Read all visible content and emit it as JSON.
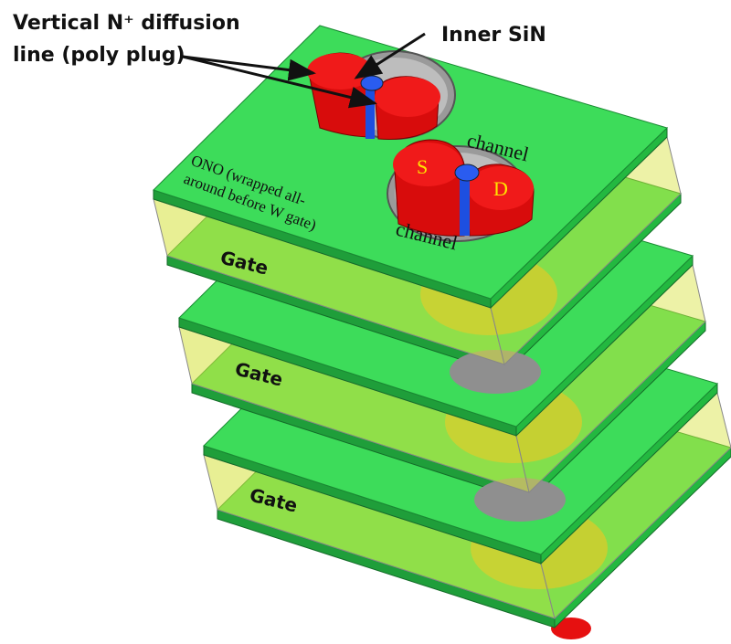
{
  "labels": {
    "diffusion_line_1": "Vertical N⁺ diffusion",
    "diffusion_line_2": "line (poly plug)",
    "inner_sin": "Inner SiN",
    "channel_top": "channel",
    "channel_bottom": "channel",
    "source": "S",
    "drain": "D",
    "ono_1": "ONO (wrapped all-",
    "ono_2": "around before W gate)",
    "gate_1": "Gate",
    "gate_2": "Gate",
    "gate_3": "Gate"
  },
  "colors": {
    "plate": "#3ddc5a",
    "plate_edge": "#1f9e3a",
    "gap": "#d6e23c",
    "plug": "#e61010",
    "sin": "#1d4fe0",
    "ring": "#8c8c8c",
    "label_yellow": "#ffe400"
  }
}
